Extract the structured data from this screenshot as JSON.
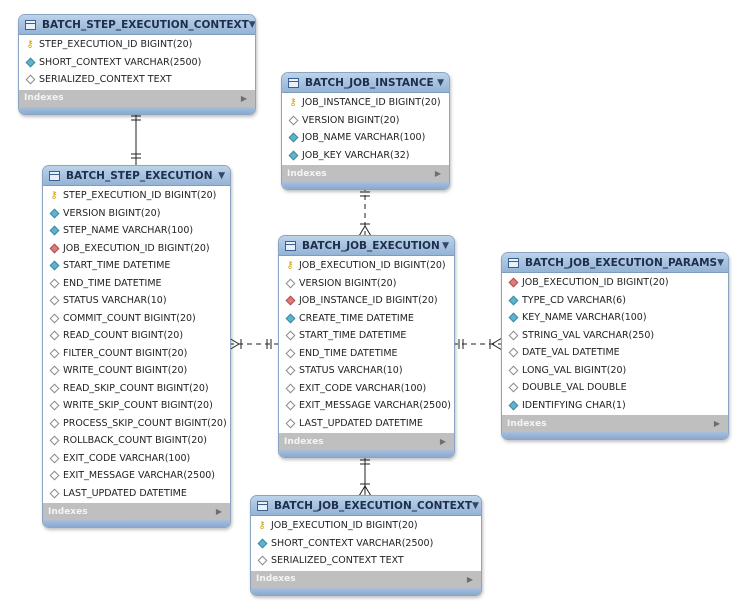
{
  "colors": {
    "header_top": "#bcd3ea",
    "header_bottom": "#94b3d6",
    "indexes_bar": "#bfbfbf",
    "pk_key": "#d4a100",
    "fk_diamond": "#e07a7a",
    "column_diamond": "#5fb3cc"
  },
  "tables": {
    "step_execution_context": {
      "name": "BATCH_STEP_EXECUTION_CONTEXT",
      "columns": [
        {
          "text": "STEP_EXECUTION_ID BIGINT(20)",
          "icon": "key"
        },
        {
          "text": "SHORT_CONTEXT VARCHAR(2500)",
          "icon": "filled"
        },
        {
          "text": "SERIALIZED_CONTEXT TEXT",
          "icon": "hollow"
        }
      ],
      "indexes": "Indexes"
    },
    "job_instance": {
      "name": "BATCH_JOB_INSTANCE",
      "columns": [
        {
          "text": "JOB_INSTANCE_ID BIGINT(20)",
          "icon": "key"
        },
        {
          "text": "VERSION BIGINT(20)",
          "icon": "hollow"
        },
        {
          "text": "JOB_NAME VARCHAR(100)",
          "icon": "filled"
        },
        {
          "text": "JOB_KEY VARCHAR(32)",
          "icon": "filled"
        }
      ],
      "indexes": "Indexes"
    },
    "step_execution": {
      "name": "BATCH_STEP_EXECUTION",
      "columns": [
        {
          "text": "STEP_EXECUTION_ID BIGINT(20)",
          "icon": "key"
        },
        {
          "text": "VERSION BIGINT(20)",
          "icon": "filled"
        },
        {
          "text": "STEP_NAME VARCHAR(100)",
          "icon": "filled"
        },
        {
          "text": "JOB_EXECUTION_ID BIGINT(20)",
          "icon": "fk"
        },
        {
          "text": "START_TIME DATETIME",
          "icon": "filled"
        },
        {
          "text": "END_TIME DATETIME",
          "icon": "hollow"
        },
        {
          "text": "STATUS VARCHAR(10)",
          "icon": "hollow"
        },
        {
          "text": "COMMIT_COUNT BIGINT(20)",
          "icon": "hollow"
        },
        {
          "text": "READ_COUNT BIGINT(20)",
          "icon": "hollow"
        },
        {
          "text": "FILTER_COUNT BIGINT(20)",
          "icon": "hollow"
        },
        {
          "text": "WRITE_COUNT BIGINT(20)",
          "icon": "hollow"
        },
        {
          "text": "READ_SKIP_COUNT BIGINT(20)",
          "icon": "hollow"
        },
        {
          "text": "WRITE_SKIP_COUNT BIGINT(20)",
          "icon": "hollow"
        },
        {
          "text": "PROCESS_SKIP_COUNT BIGINT(20)",
          "icon": "hollow"
        },
        {
          "text": "ROLLBACK_COUNT BIGINT(20)",
          "icon": "hollow"
        },
        {
          "text": "EXIT_CODE VARCHAR(100)",
          "icon": "hollow"
        },
        {
          "text": "EXIT_MESSAGE VARCHAR(2500)",
          "icon": "hollow"
        },
        {
          "text": "LAST_UPDATED DATETIME",
          "icon": "hollow"
        }
      ],
      "indexes": "Indexes"
    },
    "job_execution": {
      "name": "BATCH_JOB_EXECUTION",
      "columns": [
        {
          "text": "JOB_EXECUTION_ID BIGINT(20)",
          "icon": "key"
        },
        {
          "text": "VERSION BIGINT(20)",
          "icon": "hollow"
        },
        {
          "text": "JOB_INSTANCE_ID BIGINT(20)",
          "icon": "fk"
        },
        {
          "text": "CREATE_TIME DATETIME",
          "icon": "filled"
        },
        {
          "text": "START_TIME DATETIME",
          "icon": "hollow"
        },
        {
          "text": "END_TIME DATETIME",
          "icon": "hollow"
        },
        {
          "text": "STATUS VARCHAR(10)",
          "icon": "hollow"
        },
        {
          "text": "EXIT_CODE VARCHAR(100)",
          "icon": "hollow"
        },
        {
          "text": "EXIT_MESSAGE VARCHAR(2500)",
          "icon": "hollow"
        },
        {
          "text": "LAST_UPDATED DATETIME",
          "icon": "hollow"
        }
      ],
      "indexes": "Indexes"
    },
    "job_execution_params": {
      "name": "BATCH_JOB_EXECUTION_PARAMS",
      "columns": [
        {
          "text": "JOB_EXECUTION_ID BIGINT(20)",
          "icon": "fk"
        },
        {
          "text": "TYPE_CD VARCHAR(6)",
          "icon": "filled"
        },
        {
          "text": "KEY_NAME VARCHAR(100)",
          "icon": "filled"
        },
        {
          "text": "STRING_VAL VARCHAR(250)",
          "icon": "hollow"
        },
        {
          "text": "DATE_VAL DATETIME",
          "icon": "hollow"
        },
        {
          "text": "LONG_VAL BIGINT(20)",
          "icon": "hollow"
        },
        {
          "text": "DOUBLE_VAL DOUBLE",
          "icon": "hollow"
        },
        {
          "text": "IDENTIFYING CHAR(1)",
          "icon": "filled"
        }
      ],
      "indexes": "Indexes"
    },
    "job_execution_context": {
      "name": "BATCH_JOB_EXECUTION_CONTEXT",
      "columns": [
        {
          "text": "JOB_EXECUTION_ID BIGINT(20)",
          "icon": "key"
        },
        {
          "text": "SHORT_CONTEXT VARCHAR(2500)",
          "icon": "filled"
        },
        {
          "text": "SERIALIZED_CONTEXT TEXT",
          "icon": "hollow"
        }
      ],
      "indexes": "Indexes"
    }
  },
  "relationships": [
    {
      "from": "step_execution_context",
      "to": "step_execution",
      "style": "solid"
    },
    {
      "from": "job_instance",
      "to": "job_execution",
      "style": "dashed"
    },
    {
      "from": "job_execution",
      "to": "step_execution",
      "style": "dashed"
    },
    {
      "from": "job_execution",
      "to": "job_execution_params",
      "style": "dashed"
    },
    {
      "from": "job_execution",
      "to": "job_execution_context",
      "style": "solid"
    }
  ]
}
